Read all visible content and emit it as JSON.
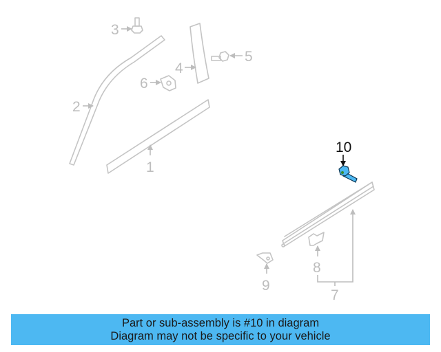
{
  "diagram": {
    "highlighted_part": "10",
    "highlight_color": "#4db8f2",
    "callouts": [
      {
        "id": "1",
        "label": "1"
      },
      {
        "id": "2",
        "label": "2"
      },
      {
        "id": "3",
        "label": "3"
      },
      {
        "id": "4",
        "label": "4"
      },
      {
        "id": "5",
        "label": "5"
      },
      {
        "id": "6",
        "label": "6"
      },
      {
        "id": "7",
        "label": "7"
      },
      {
        "id": "8",
        "label": "8"
      },
      {
        "id": "9",
        "label": "9"
      },
      {
        "id": "10",
        "label": "10"
      }
    ]
  },
  "banner": {
    "line1": "Part or sub-assembly is #10 in diagram",
    "line2": "Diagram may not be specific to your vehicle",
    "background": "#4db8f2"
  }
}
